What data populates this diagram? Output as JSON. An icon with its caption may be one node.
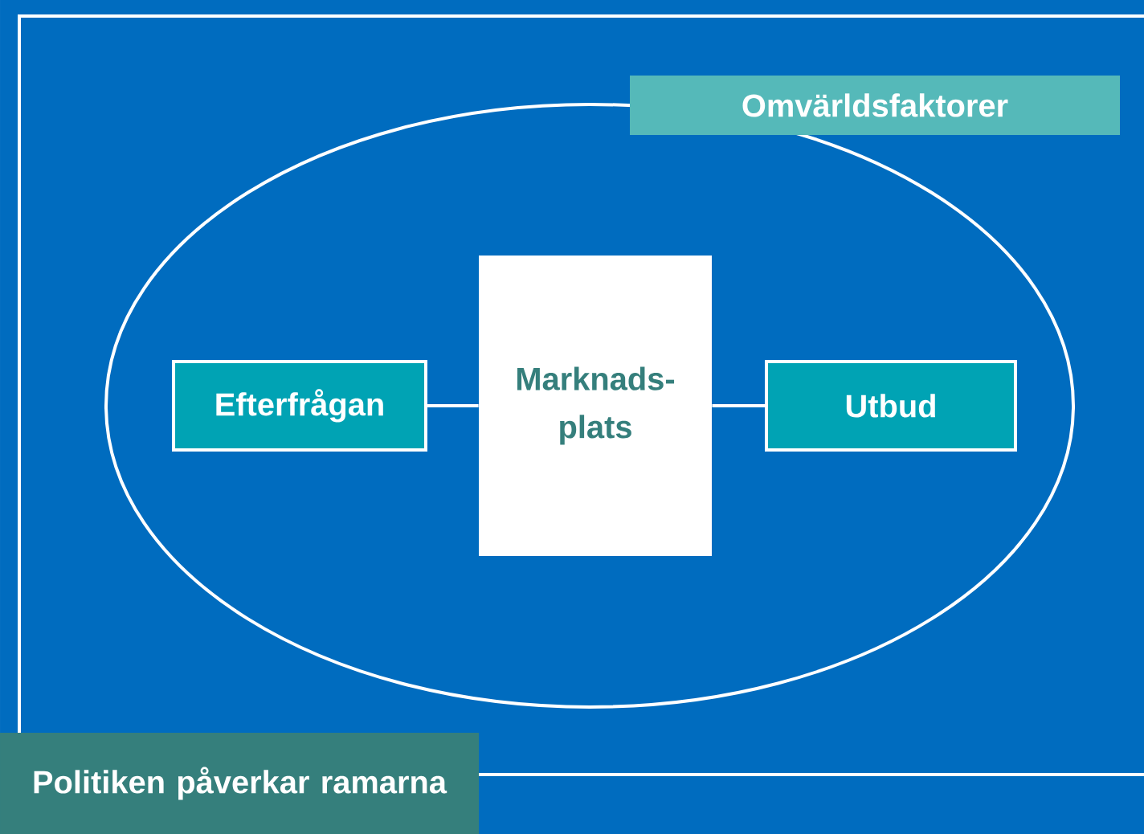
{
  "diagram": {
    "nodes": [
      {
        "text": [
          "Politiken påverkar ramarna"
        ]
      },
      {
        "text": [
          "Omvärldsfaktorer"
        ],
        "in": 0
      },
      {
        "text": [
          "Efterfrågan"
        ],
        "in": 1
      },
      {
        "text": [
          "Marknads- plats"
        ],
        "in": 1
      },
      {
        "text": [
          "Utbud"
        ],
        "in": 1
      }
    ],
    "edges": [
      {
        "from": 2,
        "to": 3,
        "arrow": "none"
      },
      {
        "from": 3,
        "to": 4,
        "arrow": "none"
      }
    ]
  }
}
